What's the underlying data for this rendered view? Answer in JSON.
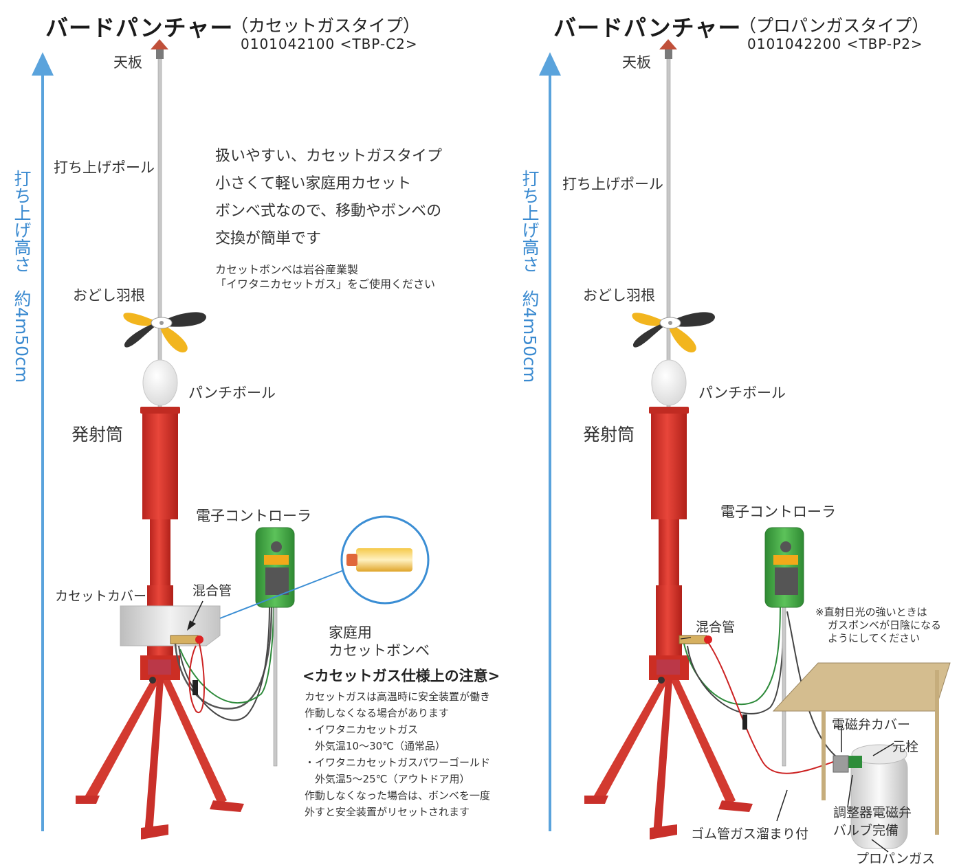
{
  "left": {
    "title": "バードパンチャー",
    "subtitle": "（カセットガスタイプ）",
    "model": "0101042100 <TBP-C2>",
    "height_label": "打ち上げ高さ　約4m50cm",
    "parts": {
      "top_plate": "天板",
      "pole": "打ち上げポール",
      "fan": "おどし羽根",
      "ball": "パンチボール",
      "tube": "発射筒",
      "controller": "電子コントローラ",
      "mixing_tube": "混合管",
      "cassette_cover": "カセットカバー",
      "cylinder_line1": "家庭用",
      "cylinder_line2": "カセットボンベ"
    },
    "description": [
      "扱いやすい、カセットガスタイプ",
      "小さくて軽い家庭用カセット",
      "ボンベ式なので、移動やボンベの",
      "交換が簡単です"
    ],
    "description_note": [
      "カセットボンベは岩谷産業製",
      "「イワタニカセットガス」をご使用ください"
    ],
    "caution_title": "<カセットガス仕様上の注意>",
    "caution_lines": [
      "カセットガスは高温時に安全装置が働き",
      "作動しなくなる場合があります",
      "・イワタニカセットガス",
      "　外気温10〜30℃（通常品）",
      "・イワタニカセットガスパワーゴールド",
      "　外気温5〜25℃（アウトドア用）",
      "作動しなくなった場合は、ボンベを一度",
      "外すと安全装置がリセットされます"
    ]
  },
  "right": {
    "title": "バードパンチャー",
    "subtitle": "（プロパンガスタイプ）",
    "model": "0101042200 <TBP-P2>",
    "height_label": "打ち上げ高さ　約4m50cm",
    "parts": {
      "top_plate": "天板",
      "pole": "打ち上げポール",
      "fan": "おどし羽根",
      "ball": "パンチボール",
      "tube": "発射筒",
      "controller": "電子コントローラ",
      "mixing_tube": "混合管",
      "valve_cover": "電磁弁カバー",
      "main_valve": "元栓",
      "regulator_line1": "調整器電磁弁",
      "regulator_line2": "バルブ完備",
      "propane": "プロパンガス",
      "hose": "ゴム管ガス溜まり付"
    },
    "sun_note": [
      "※直射日光の強いときは",
      "ガスボンベが日陰になる",
      "ようにしてください"
    ]
  },
  "colors": {
    "arrow_blue": "#5aa3dc",
    "launcher_red": "#d8332b",
    "fan_yellow": "#f2b51e",
    "fan_black": "#333333",
    "controller_green": "#45a845",
    "shade_board": "#d4bd8f"
  }
}
